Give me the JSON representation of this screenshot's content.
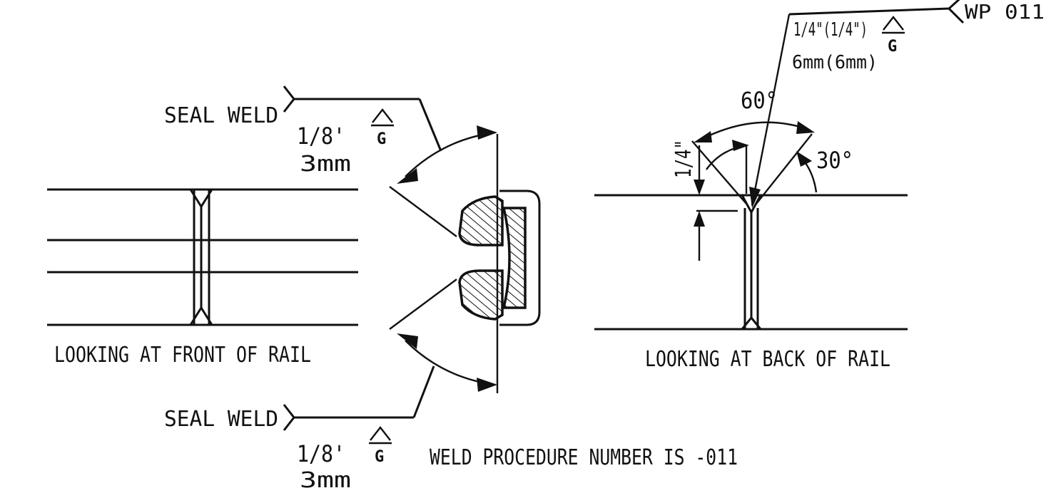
{
  "labels": {
    "seal_weld_top": "SEAL WELD",
    "seal_weld_top_size": "1/8'",
    "seal_weld_top_mm": "3mm",
    "seal_weld_top_code": "G",
    "seal_weld_bottom": "SEAL WELD",
    "seal_weld_bottom_size": "1/8'",
    "seal_weld_bottom_mm": "3mm",
    "seal_weld_bottom_code": "G",
    "front_caption": "LOOKING AT FRONT OF RAIL",
    "back_caption": "LOOKING AT BACK OF RAIL",
    "procedure": "WELD PROCEDURE NUMBER IS -011",
    "groove_size": "1/4\"(1/4\")",
    "groove_mm": "6mm(6mm)",
    "groove_code": "G",
    "wp_tag": "WP 011",
    "angle_60": "60°",
    "angle_30": "30°",
    "depth": "1/4\""
  },
  "colors": {
    "ink": "#111111",
    "paper": "#ffffff"
  }
}
